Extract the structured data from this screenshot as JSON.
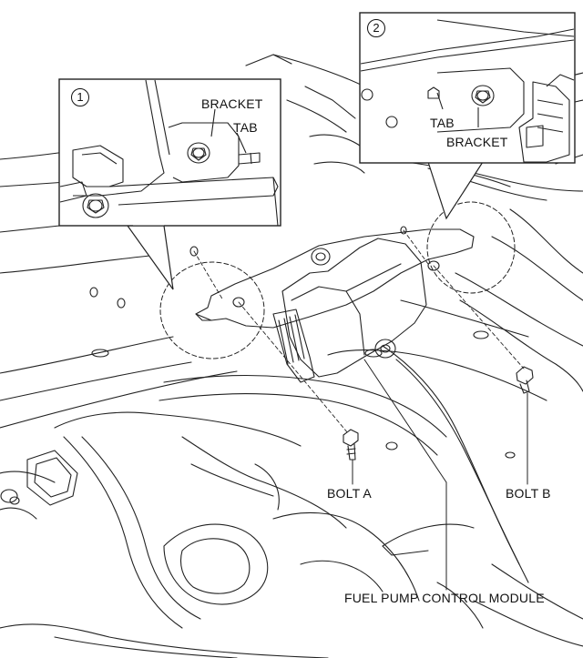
{
  "labels": {
    "bracket": "BRACKET",
    "tab": "TAB",
    "bolt_a": "BOLT A",
    "bolt_b": "BOLT B",
    "module": "FUEL PUMP CONTROL MODULE"
  },
  "callouts": {
    "one": "1",
    "two": "2"
  }
}
